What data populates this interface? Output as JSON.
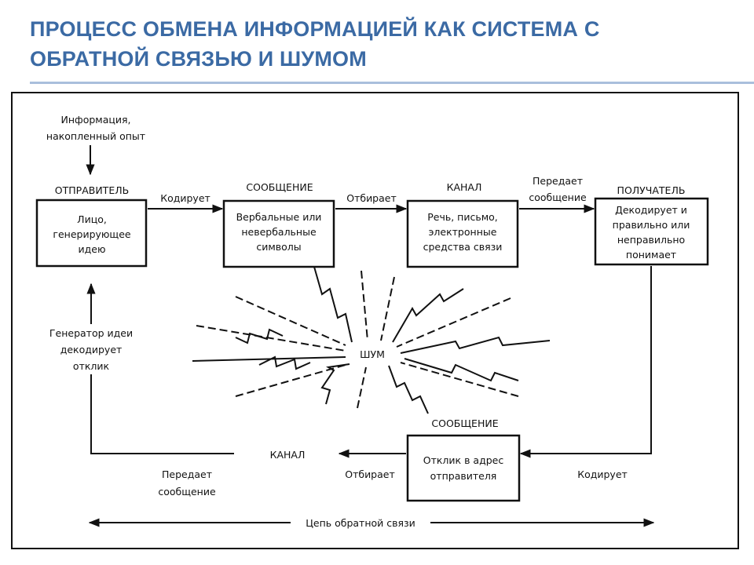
{
  "title": {
    "line1": "ПРОЦЕСС ОБМЕНА ИНФОРМАЦИЕЙ КАК СИСТЕМА С",
    "line2": "ОБРАТНОЙ СВЯЗЬЮ И ШУМОМ"
  },
  "input": {
    "line1": "Информация,",
    "line2": "накопленный опыт"
  },
  "sender": {
    "heading": "ОТПРАВИТЕЛЬ",
    "box": [
      "Лицо,",
      "генерирующее",
      "идею"
    ]
  },
  "message": {
    "heading": "СООБЩЕНИЕ",
    "box": [
      "Вербальные или",
      "невербальные",
      "символы"
    ]
  },
  "channel": {
    "heading": "КАНАЛ",
    "box": [
      "Речь, письмо,",
      "электронные",
      "средства связи"
    ]
  },
  "receiver": {
    "heading": "ПОЛУЧАТЕЛЬ",
    "box": [
      "Декодирует и",
      "правильно или",
      "неправильно",
      "понимает"
    ]
  },
  "arrows": {
    "encodes": "Кодирует",
    "selects": "Отбирает",
    "transmits": [
      "Передает",
      "сообщение"
    ]
  },
  "noise": "ШУМ",
  "feedback": {
    "generator": [
      "Генератор идеи",
      "декодирует",
      "отклик"
    ],
    "message_heading": "СООБЩЕНИЕ",
    "response_box": [
      "Отклик в адрес",
      "отправителя"
    ],
    "channel_heading": "КАНАЛ",
    "encodes": "Кодирует",
    "selects": "Отбирает",
    "transmits": [
      "Передает",
      "сообщение"
    ],
    "loop_label": "Цепь обратной связи"
  }
}
